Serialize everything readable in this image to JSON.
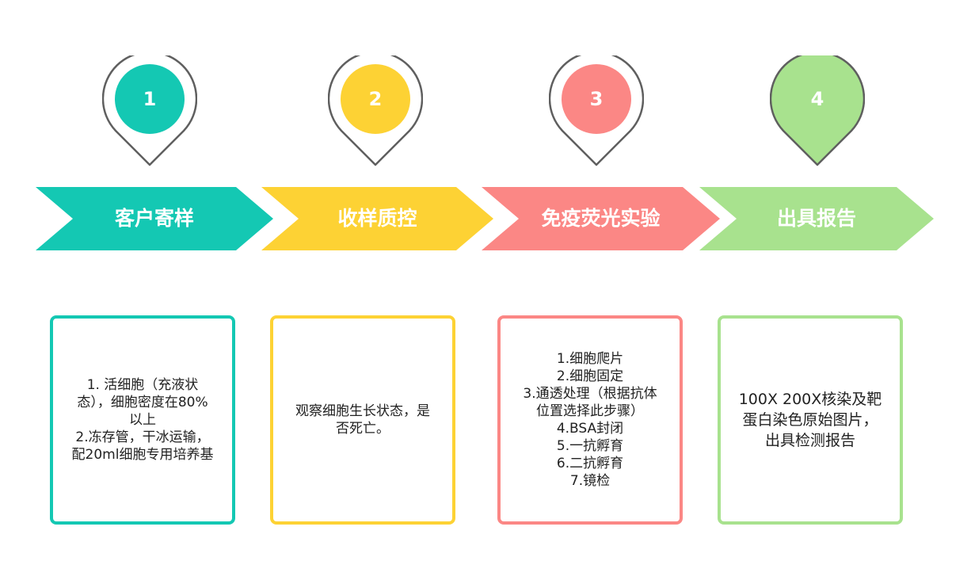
{
  "colors": {
    "step1": "#14c8b3",
    "step2": "#fdd234",
    "step3": "#fb8785",
    "step4": "#a8e28e",
    "pin_outline": "#5f5f5f"
  },
  "steps": [
    {
      "number": "1",
      "title": "客户寄样",
      "description": "1. 活细胞（充液状态），细胞密度在80%以上\n2.冻存管，干冰运输，配20ml细胞专用培养基"
    },
    {
      "number": "2",
      "title": "收样质控",
      "description": "观察细胞生长状态，是否死亡。"
    },
    {
      "number": "3",
      "title": "免疫荧光实验",
      "description": "1.细胞爬片\n2.细胞固定\n3.通透处理（根据抗体位置选择此步骤）\n4.BSA封闭\n5.一抗孵育\n6.二抗孵育\n7.镜检"
    },
    {
      "number": "4",
      "title": "出具报告",
      "description": "100X 200X核染及靶蛋白染色原始图片，出具检测报告"
    }
  ]
}
